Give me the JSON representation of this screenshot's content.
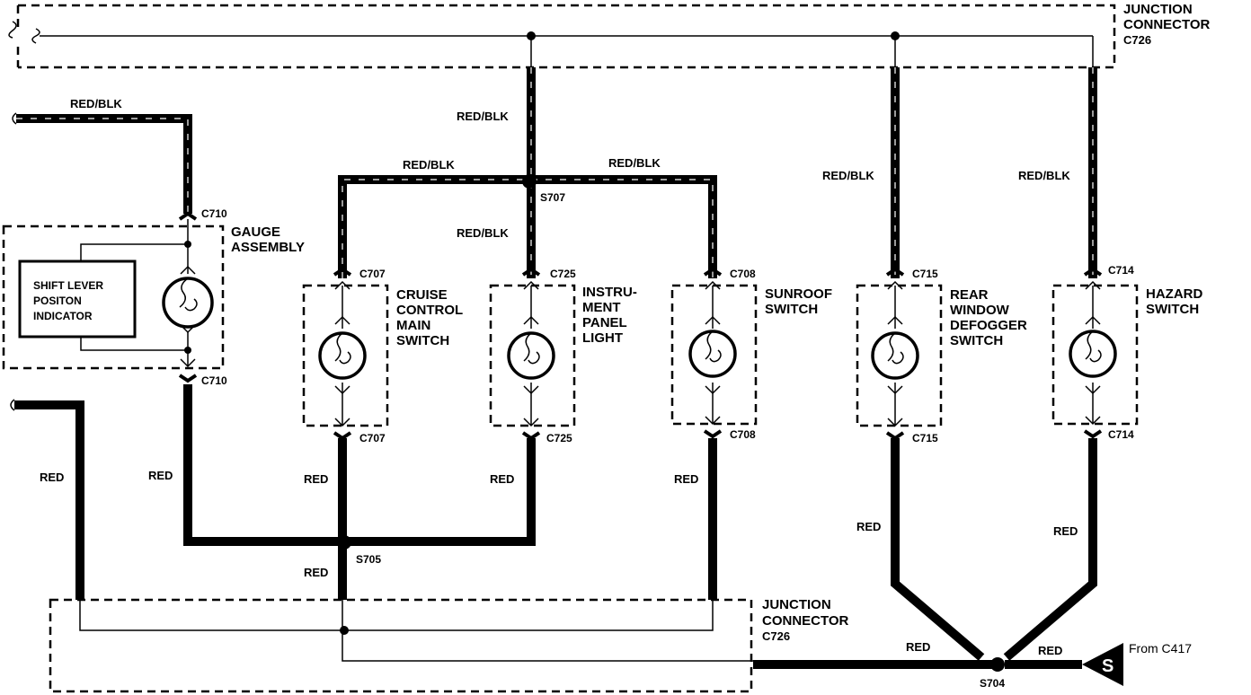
{
  "junction_top": {
    "title_line1": "JUNCTION",
    "title_line2": "CONNECTOR",
    "id": "C726"
  },
  "junction_bottom": {
    "title_line1": "JUNCTION",
    "title_line2": "CONNECTOR",
    "id": "C726"
  },
  "wire_colors": {
    "red_blk": "RED/BLK",
    "red": "RED"
  },
  "splices": {
    "s707": "S707",
    "s705": "S705",
    "s704": "S704"
  },
  "source": {
    "symbol": "S",
    "label": "From C417"
  },
  "gauge": {
    "title_line1": "GAUGE",
    "title_line2": "ASSEMBLY",
    "connector": "C710",
    "indicator_line1": "SHIFT LEVER",
    "indicator_line2": "POSITON",
    "indicator_line3": "INDICATOR"
  },
  "cruise": {
    "line1": "CRUISE",
    "line2": "CONTROL",
    "line3": "MAIN",
    "line4": "SWITCH",
    "connector": "C707"
  },
  "instrument": {
    "line1": "INSTRU-",
    "line2": "MENT",
    "line3": "PANEL",
    "line4": "LIGHT",
    "connector": "C725"
  },
  "sunroof": {
    "line1": "SUNROOF",
    "line2": "SWITCH",
    "connector": "C708"
  },
  "rear_window": {
    "line1": "REAR",
    "line2": "WINDOW",
    "line3": "DEFOGGER",
    "line4": "SWITCH",
    "connector": "C715"
  },
  "hazard": {
    "line1": "HAZARD",
    "line2": "SWITCH",
    "connector": "C714"
  }
}
